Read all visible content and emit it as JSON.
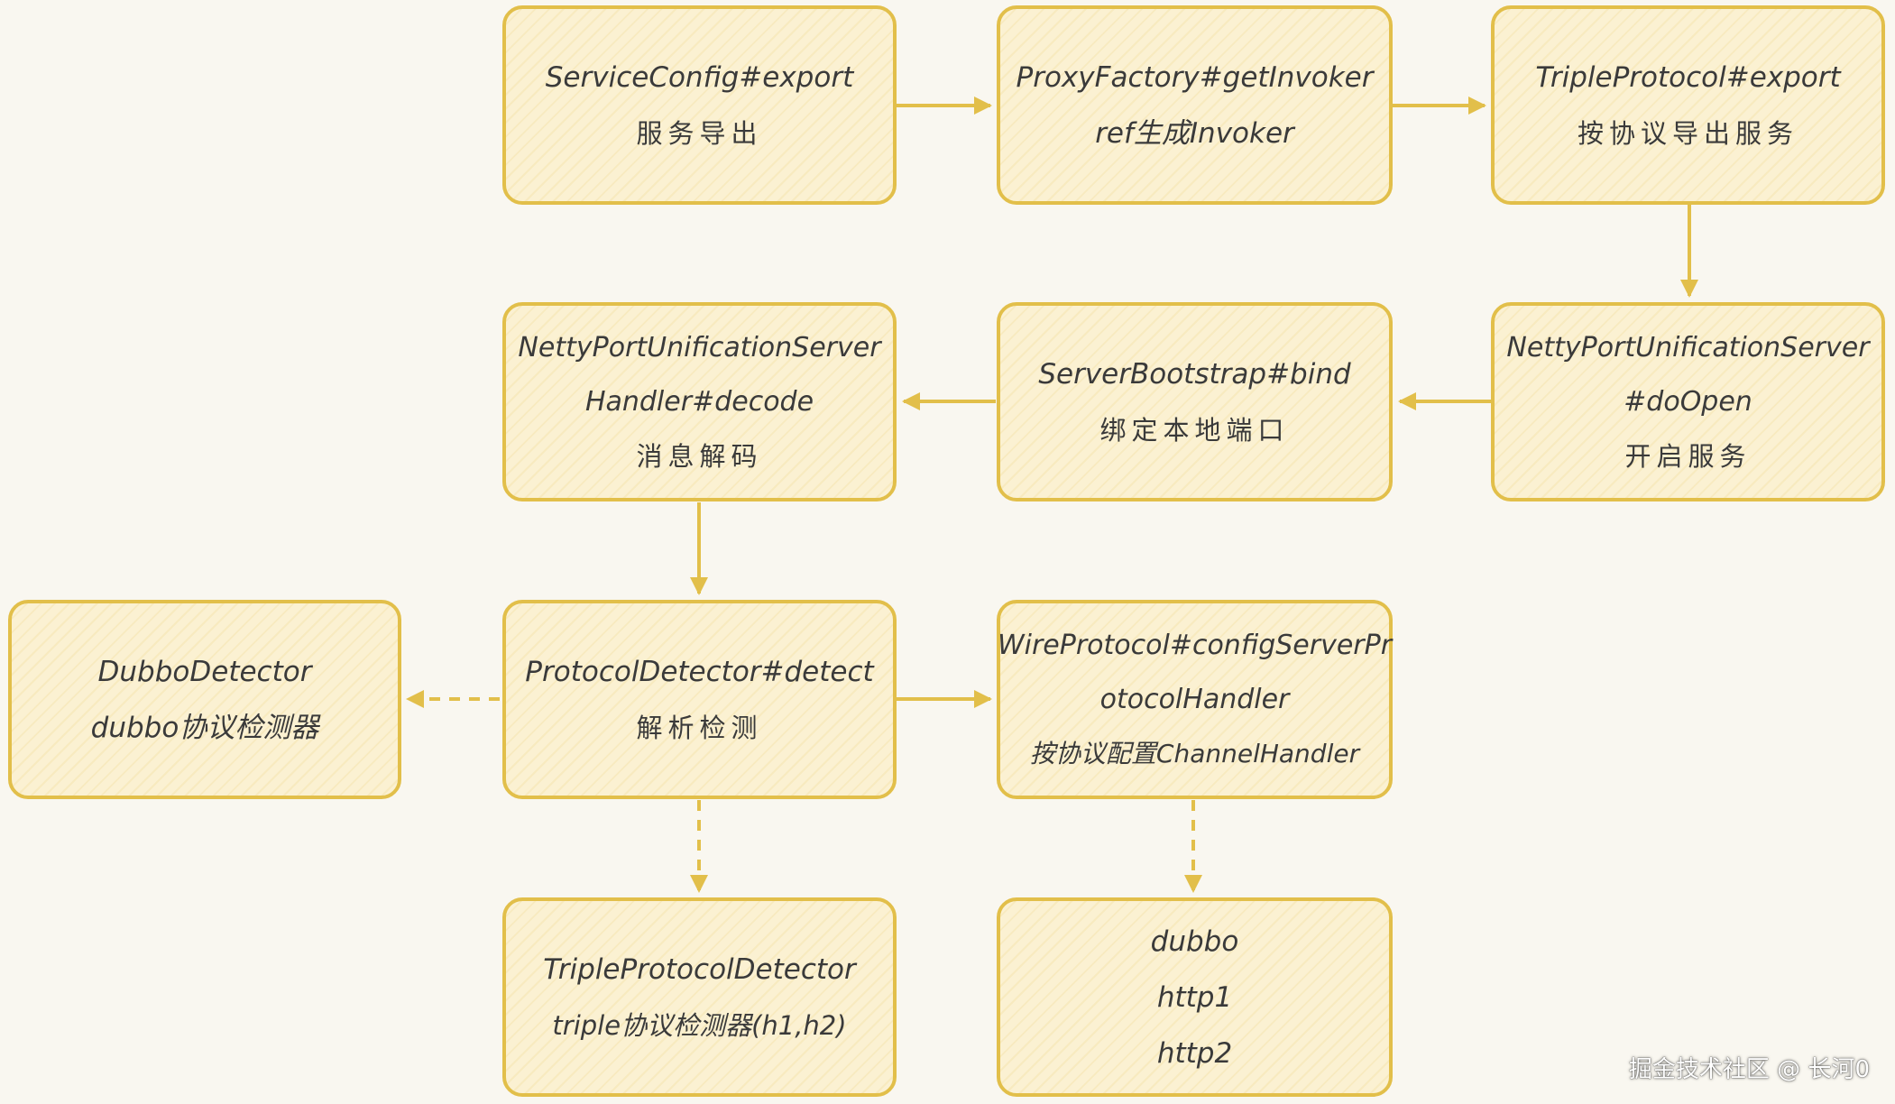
{
  "nodes": {
    "service_config": {
      "l1": "ServiceConfig#export",
      "l2": "服务导出"
    },
    "proxy_factory": {
      "l1": "ProxyFactory#getInvoker",
      "l2": "ref生成Invoker"
    },
    "triple_protocol": {
      "l1": "TripleProtocol#export",
      "l2": "按协议导出服务"
    },
    "netty_server": {
      "l1": "NettyPortUnificationServer",
      "l2": "#doOpen",
      "l3": "开启服务"
    },
    "server_bootstrap": {
      "l1": "ServerBootstrap#bind",
      "l2": "绑定本地端口"
    },
    "netty_handler": {
      "l1": "NettyPortUnificationServer",
      "l2": "Handler#decode",
      "l3": "消息解码"
    },
    "dubbo_detector": {
      "l1": "DubboDetector",
      "l2": "dubbo协议检测器"
    },
    "protocol_detector": {
      "l1": "ProtocolDetector#detect",
      "l2": "解析检测"
    },
    "wire_protocol": {
      "l1": "WireProtocol#configServerPr",
      "l2": "otocolHandler",
      "l3": "按协议配置ChannelHandler"
    },
    "triple_detector": {
      "l1": "TripleProtocolDetector",
      "l2": "triple协议检测器(h1,h2)"
    },
    "protocols": {
      "l1": "dubbo",
      "l2": "http1",
      "l3": "http2"
    }
  },
  "edges": [
    {
      "from": "service_config",
      "to": "proxy_factory",
      "style": "solid"
    },
    {
      "from": "proxy_factory",
      "to": "triple_protocol",
      "style": "solid"
    },
    {
      "from": "triple_protocol",
      "to": "netty_server",
      "style": "solid"
    },
    {
      "from": "netty_server",
      "to": "server_bootstrap",
      "style": "solid"
    },
    {
      "from": "server_bootstrap",
      "to": "netty_handler",
      "style": "solid"
    },
    {
      "from": "netty_handler",
      "to": "protocol_detector",
      "style": "solid"
    },
    {
      "from": "protocol_detector",
      "to": "dubbo_detector",
      "style": "dashed"
    },
    {
      "from": "protocol_detector",
      "to": "wire_protocol",
      "style": "solid"
    },
    {
      "from": "protocol_detector",
      "to": "triple_detector",
      "style": "dashed"
    },
    {
      "from": "wire_protocol",
      "to": "protocols",
      "style": "dashed"
    }
  ],
  "colors": {
    "stroke": "#e2bf4a",
    "fill": "#fbf1d2",
    "text": "#3a3a3a",
    "background": "#f9f7f0"
  },
  "watermark": "掘金技术社区 @ 长河0"
}
